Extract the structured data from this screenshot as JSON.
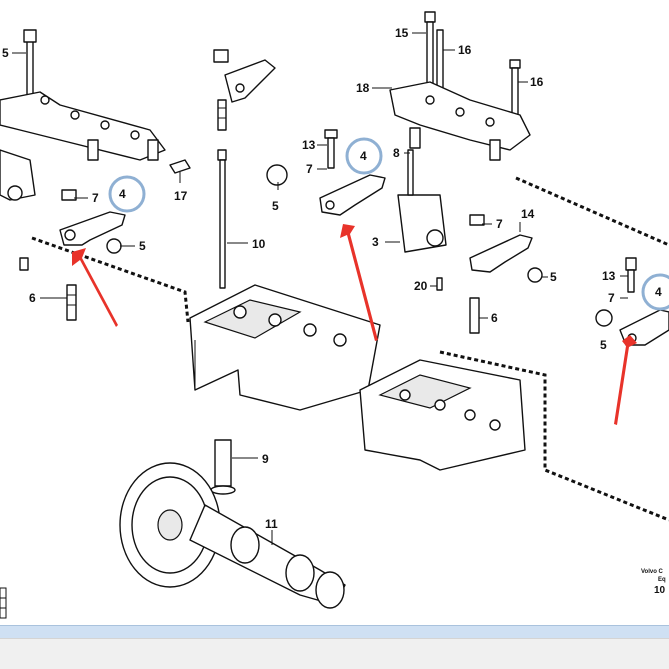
{
  "diagram": {
    "callouts": {
      "l5": "5",
      "l6": "6",
      "l7": "7",
      "l4": "4",
      "l5b": "5",
      "l17": "17",
      "l10": "10",
      "l9": "9",
      "l11": "11",
      "l13": "13",
      "l7b": "7",
      "l4b": "4",
      "l5c": "5",
      "l3": "3",
      "l8": "8",
      "l15": "15",
      "l16a": "16",
      "l16b": "16",
      "l18": "18",
      "l14": "14",
      "l7c": "7",
      "l5d": "5",
      "l20": "20",
      "l6b": "6",
      "l13b": "13",
      "l7d": "7",
      "l4c": "4",
      "l5e": "5"
    },
    "brand_text": [
      "Volvo C",
      "Eq",
      "10"
    ]
  },
  "colors": {
    "highlight_circle": "#8fb0d3",
    "arrow": "#e8332a",
    "status_bar": "#cfe0f3"
  }
}
